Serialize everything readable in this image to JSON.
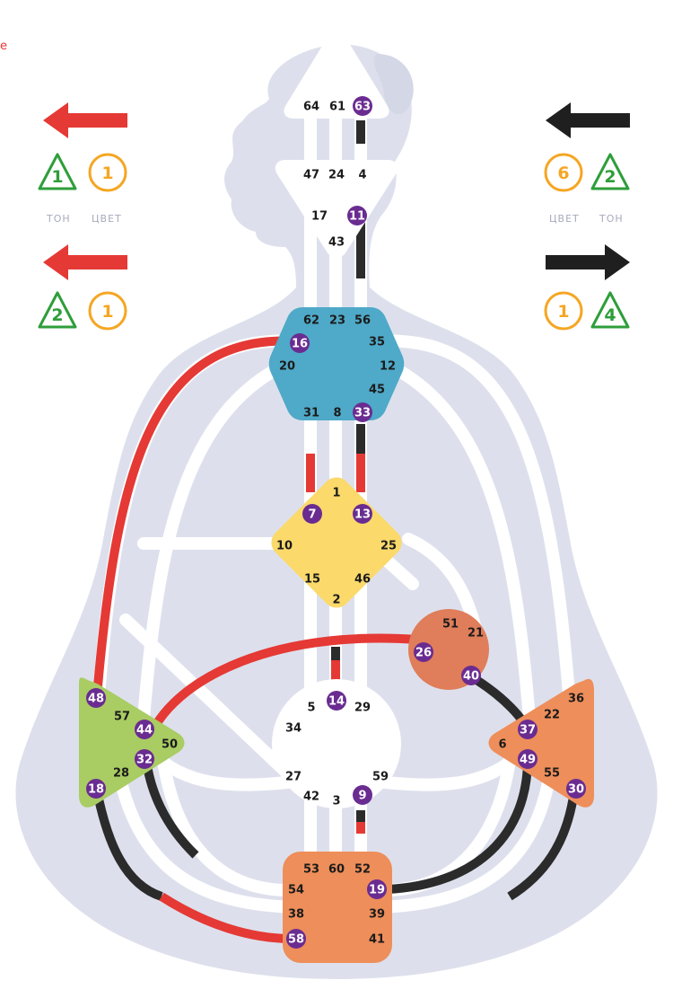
{
  "corner_label": "e",
  "sides": {
    "left": {
      "caption_tone": "ТОН",
      "caption_color": "ЦВЕТ",
      "top": {
        "arrow": "left-arrow",
        "arrow_color": "#e53935",
        "tone": "1",
        "color": "1"
      },
      "bottom": {
        "arrow": "left-arrow",
        "arrow_color": "#e53935",
        "tone": "2",
        "color": "1"
      }
    },
    "right": {
      "caption_color": "ЦВЕТ",
      "caption_tone": "ТОН",
      "top": {
        "arrow": "left-arrow",
        "arrow_color": "#1f1f1f",
        "color": "6",
        "tone": "2"
      },
      "bottom": {
        "arrow": "right-arrow",
        "arrow_color": "#1f1f1f",
        "color": "1",
        "tone": "4"
      }
    }
  },
  "colors": {
    "silhouette": "#dde0ec",
    "channel": "#ffffff",
    "active_red": "#e53935",
    "active_black": "#2b2b2b",
    "active_gate": "#6a2c91",
    "tone_green": "#2e9e3a",
    "color_orange": "#f5a623"
  },
  "centers": {
    "head": {
      "name": "head",
      "fill": "#ffffff",
      "gates": [
        {
          "n": "64",
          "active": false
        },
        {
          "n": "61",
          "active": false
        },
        {
          "n": "63",
          "active": true
        }
      ]
    },
    "ajna": {
      "name": "ajna",
      "fill": "#ffffff",
      "gates": [
        {
          "n": "47",
          "active": false
        },
        {
          "n": "24",
          "active": false
        },
        {
          "n": "4",
          "active": false
        },
        {
          "n": "17",
          "active": false
        },
        {
          "n": "11",
          "active": true
        },
        {
          "n": "43",
          "active": false
        }
      ]
    },
    "throat": {
      "name": "throat",
      "fill": "#4fa9c8",
      "gates": [
        {
          "n": "62",
          "active": false
        },
        {
          "n": "23",
          "active": false
        },
        {
          "n": "56",
          "active": false
        },
        {
          "n": "16",
          "active": true
        },
        {
          "n": "35",
          "active": false
        },
        {
          "n": "20",
          "active": false
        },
        {
          "n": "12",
          "active": false
        },
        {
          "n": "45",
          "active": false
        },
        {
          "n": "31",
          "active": false
        },
        {
          "n": "8",
          "active": false
        },
        {
          "n": "33",
          "active": true
        }
      ]
    },
    "g": {
      "name": "g",
      "fill": "#fbd96b",
      "gates": [
        {
          "n": "1",
          "active": false
        },
        {
          "n": "7",
          "active": true
        },
        {
          "n": "13",
          "active": true
        },
        {
          "n": "10",
          "active": false
        },
        {
          "n": "25",
          "active": false
        },
        {
          "n": "15",
          "active": false
        },
        {
          "n": "46",
          "active": false
        },
        {
          "n": "2",
          "active": false
        }
      ]
    },
    "heart": {
      "name": "heart",
      "fill": "#e07d5a",
      "gates": [
        {
          "n": "51",
          "active": false
        },
        {
          "n": "21",
          "active": false
        },
        {
          "n": "26",
          "active": true
        },
        {
          "n": "40",
          "active": true
        }
      ]
    },
    "sacral": {
      "name": "sacral",
      "fill": "#ffffff",
      "gates": [
        {
          "n": "5",
          "active": false
        },
        {
          "n": "14",
          "active": true
        },
        {
          "n": "29",
          "active": false
        },
        {
          "n": "34",
          "active": false
        },
        {
          "n": "27",
          "active": false
        },
        {
          "n": "59",
          "active": false
        },
        {
          "n": "42",
          "active": false
        },
        {
          "n": "3",
          "active": false
        },
        {
          "n": "9",
          "active": true
        }
      ]
    },
    "spleen": {
      "name": "spleen",
      "fill": "#a9cc63",
      "gates": [
        {
          "n": "48",
          "active": true
        },
        {
          "n": "57",
          "active": false
        },
        {
          "n": "44",
          "active": true
        },
        {
          "n": "50",
          "active": false
        },
        {
          "n": "32",
          "active": true
        },
        {
          "n": "28",
          "active": false
        },
        {
          "n": "18",
          "active": true
        }
      ]
    },
    "solar_plexus": {
      "name": "solar-plexus",
      "fill": "#ee8e5a",
      "gates": [
        {
          "n": "36",
          "active": false
        },
        {
          "n": "22",
          "active": false
        },
        {
          "n": "37",
          "active": true
        },
        {
          "n": "6",
          "active": false
        },
        {
          "n": "49",
          "active": true
        },
        {
          "n": "55",
          "active": false
        },
        {
          "n": "30",
          "active": true
        }
      ]
    },
    "root": {
      "name": "root",
      "fill": "#ee8e5a",
      "gates": [
        {
          "n": "53",
          "active": false
        },
        {
          "n": "60",
          "active": false
        },
        {
          "n": "52",
          "active": false
        },
        {
          "n": "54",
          "active": false
        },
        {
          "n": "19",
          "active": true
        },
        {
          "n": "38",
          "active": false
        },
        {
          "n": "39",
          "active": false
        },
        {
          "n": "58",
          "active": true
        },
        {
          "n": "41",
          "active": false
        }
      ]
    }
  }
}
